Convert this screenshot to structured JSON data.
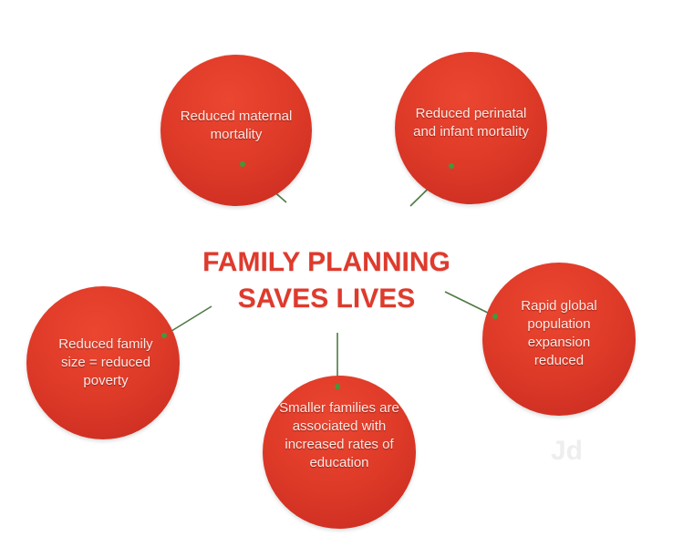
{
  "title": {
    "line1": "FAMILY PLANNING",
    "line2": "SAVES LIVES"
  },
  "benefits": [
    {
      "text": "Reduced maternal mortality"
    },
    {
      "text": "Reduced perinatal and infant mortality"
    },
    {
      "text": "Reduced family size = reduced poverty"
    },
    {
      "text": "Rapid global population expansion reduced"
    },
    {
      "text": "Smaller families are associated with increased rates of education"
    }
  ],
  "watermark": "Jd",
  "colors": {
    "circle": "#de3a28",
    "title": "#df3a2c",
    "connector": "#4f7a45"
  }
}
